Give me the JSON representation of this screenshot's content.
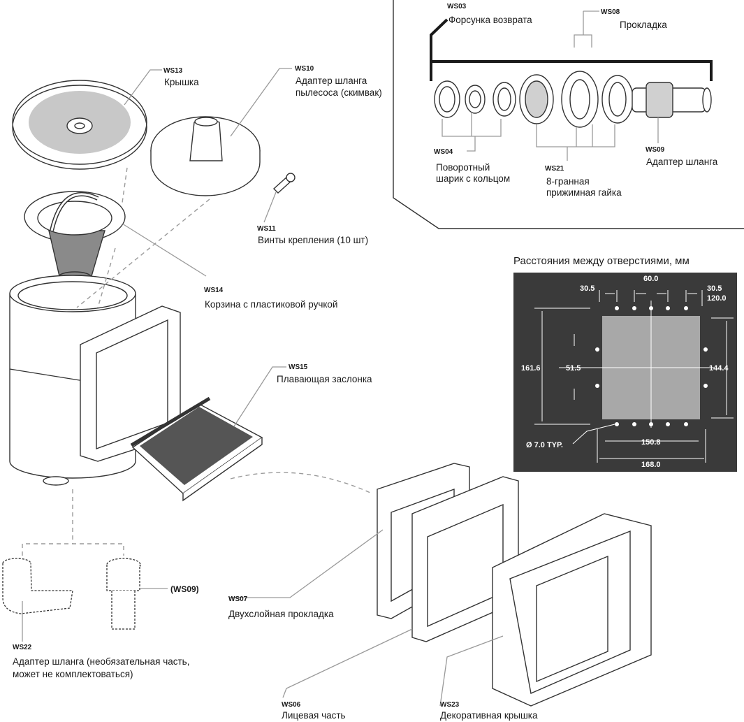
{
  "parts": {
    "ws03": {
      "code": "WS03",
      "name": "Форсунка возврата"
    },
    "ws08": {
      "code": "WS08",
      "name": "Прокладка"
    },
    "ws13": {
      "code": "WS13",
      "name": "Крышка"
    },
    "ws10": {
      "code": "WS10",
      "name_line1": "Адаптер шланга",
      "name_line2": "пылесоса (скимвак)"
    },
    "ws04": {
      "code": "WS04",
      "name_line1": "Поворотный",
      "name_line2": "шарик с кольцом"
    },
    "ws21": {
      "code": "WS21",
      "name_line1": "8-гранная",
      "name_line2": "прижимная гайка"
    },
    "ws09": {
      "code": "WS09",
      "name": "Адаптер шланга",
      "ref": "(WS09)"
    },
    "ws11": {
      "code": "WS11",
      "name": "Винты крепления (10 шт)"
    },
    "ws14": {
      "code": "WS14",
      "name": "Корзина с пластиковой ручкой"
    },
    "ws15": {
      "code": "WS15",
      "name": "Плавающая заслонка"
    },
    "ws07": {
      "code": "WS07",
      "name": "Двухслойная прокладка"
    },
    "ws22": {
      "code": "WS22",
      "name_line1": "Адаптер шланга (необязательная часть,",
      "name_line2": "может не комплектоваться)"
    },
    "ws06": {
      "code": "WS06",
      "name": "Лицевая часть"
    },
    "ws23": {
      "code": "WS23",
      "name": "Декоративная крышка"
    }
  },
  "dimensions": {
    "title": "Расстояния между отверстиями, мм",
    "top_center": "60.0",
    "top_left": "30.5",
    "top_right": "30.5",
    "top_width": "120.0",
    "left_height": "161.6",
    "mid_height": "51.5",
    "right_height": "144.4",
    "hole": "Ø 7.0 TYP.",
    "bottom_inner": "150.8",
    "bottom_outer": "168.0"
  }
}
